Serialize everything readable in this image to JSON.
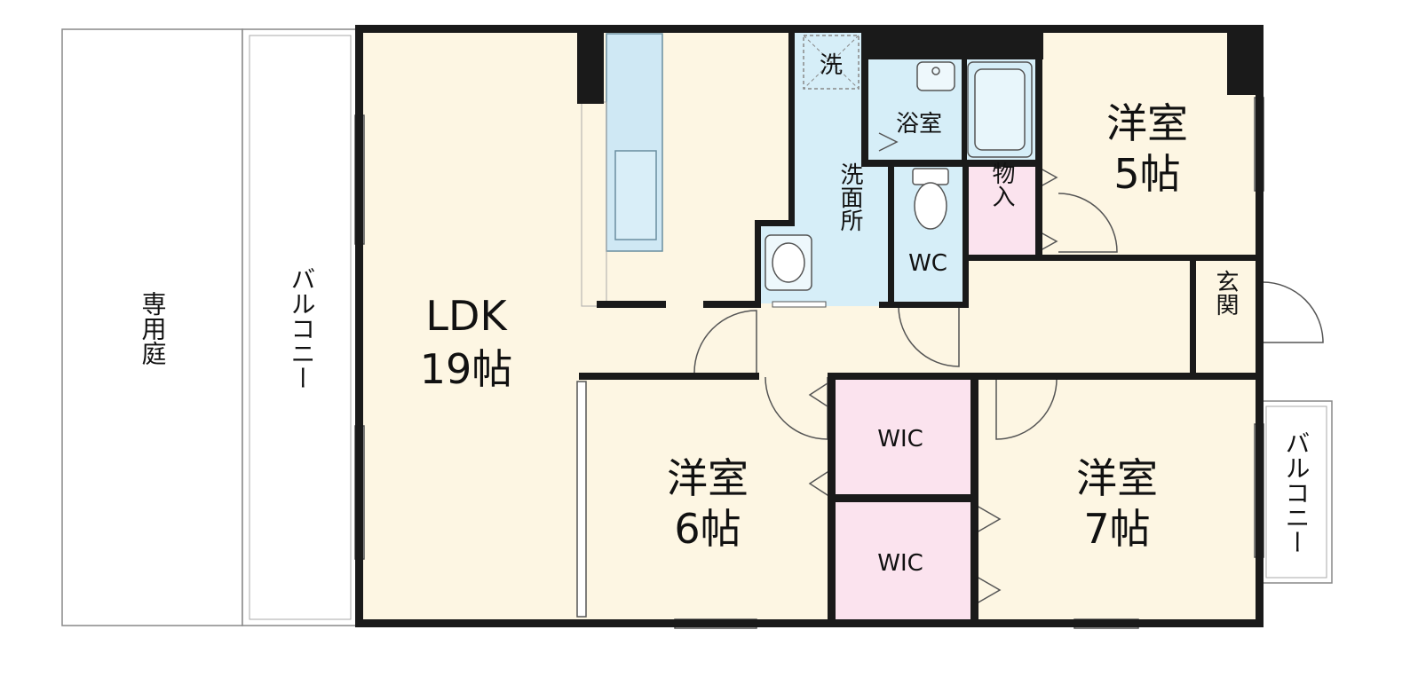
{
  "colors": {
    "living": "#fdf6e3",
    "wet": "#d6eef8",
    "closet": "#fbe3ee",
    "wall": "#1a1a1a",
    "outline": "#888888"
  },
  "exterior": {
    "private_garden": "専用庭",
    "balcony_west": "バルコニー",
    "balcony_east": "バルコニー"
  },
  "rooms": {
    "ldk": {
      "name": "LDK",
      "size": "19帖"
    },
    "western_5": {
      "name": "洋室",
      "size": "5帖"
    },
    "western_6": {
      "name": "洋室",
      "size": "6帖"
    },
    "western_7": {
      "name": "洋室",
      "size": "7帖"
    },
    "bath": "浴室",
    "washroom": "洗面所",
    "laundry": "洗",
    "toilet": "WC",
    "storage": "物入",
    "entrance": "玄関",
    "wic_upper": "WIC",
    "wic_lower": "WIC"
  }
}
